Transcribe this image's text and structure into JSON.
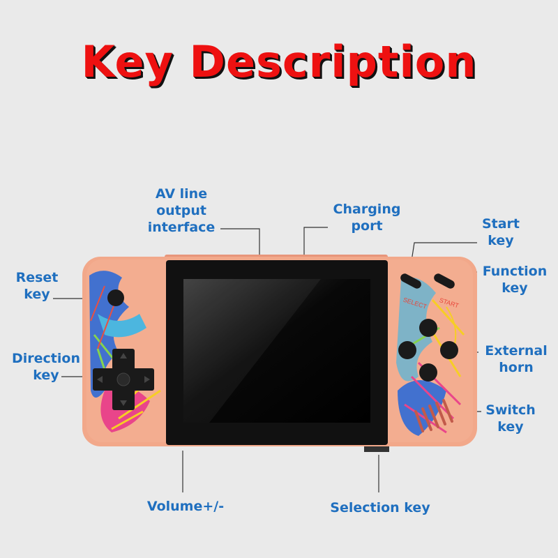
{
  "title": "Key Description",
  "labels": {
    "av_line": [
      "AV line",
      "output",
      "interface"
    ],
    "charging_port": [
      "Charging",
      "port"
    ],
    "start_key": [
      "Start",
      "key"
    ],
    "function_key": [
      "Function",
      "key"
    ],
    "reset_key": [
      "Reset",
      "key"
    ],
    "direction_key": [
      "Direction",
      "key"
    ],
    "external_horn": [
      "External",
      "horn"
    ],
    "switch_key": [
      "Switch",
      "key"
    ],
    "volume": "Volume+/-",
    "selection_key": "Selection key"
  },
  "device_markings": {
    "select": "SELECT",
    "start": "START"
  },
  "colors": {
    "title": "#ee1111",
    "label": "#1f6fbf",
    "body": "#f2a88a",
    "screen_bezel": "#111111"
  }
}
